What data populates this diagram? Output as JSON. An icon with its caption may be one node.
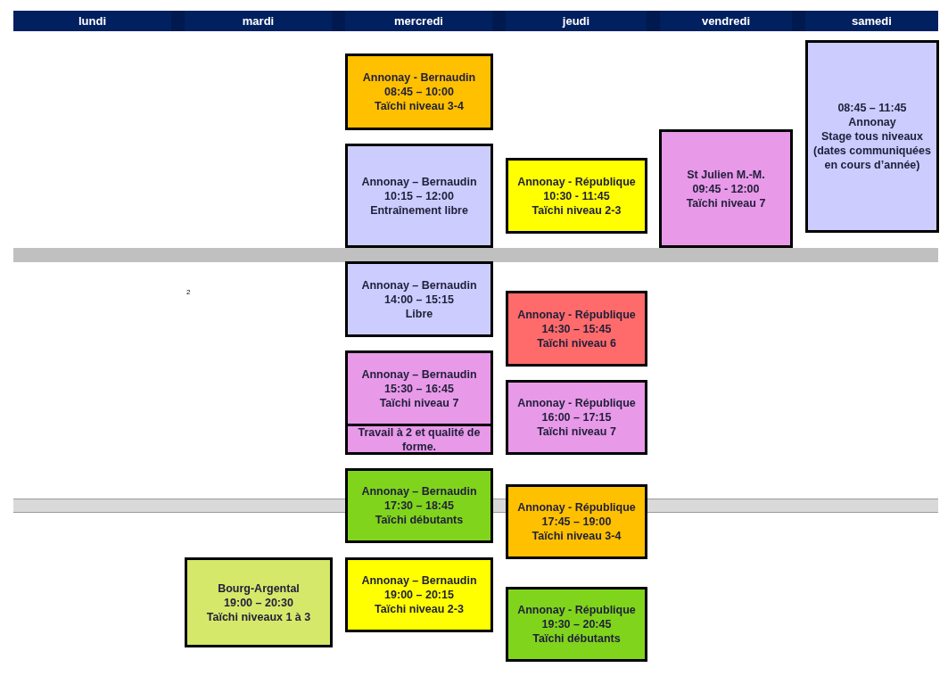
{
  "diagram": {
    "nodes": [
      {
        "text": [
          "Annonay - Bernaudin",
          "08:45 – 10:00",
          "Taïchi niveau 3-4"
        ]
      },
      {
        "text": [
          "08:45 – 11:45",
          "Annonay",
          "Stage tous niveaux",
          "(dates communiquées en cours d’année)"
        ]
      },
      {
        "text": [
          "St Julien M.-M.",
          "09:45 - 12:00",
          "Taïchi niveau 7"
        ]
      },
      {
        "text": [
          "Annonay – Bernaudin",
          "10:15 – 12:00",
          "Entraînement libre"
        ]
      },
      {
        "text": [
          "Annonay - République",
          "10:30 - 11:45",
          "Taïchi niveau 2-3"
        ]
      },
      {
        "text": [
          "Annonay – Bernaudin",
          "14:00 – 15:15",
          "Libre"
        ]
      },
      {
        "text": [
          "Annonay - République",
          "14:30 – 15:45",
          "Taïchi niveau 6"
        ]
      },
      {
        "text": [
          "Annonay – Bernaudin",
          "15:30 – 16:45",
          "Taïchi niveau 7"
        ]
      },
      {
        "text": [
          "Annonay - République",
          "16:00 – 17:15",
          "Taïchi niveau 7"
        ]
      },
      {
        "text": [
          "Travail à 2 et qualité de forme."
        ]
      },
      {
        "text": [
          "Annonay – Bernaudin",
          "17:30 – 18:45",
          "Taïchi débutants"
        ]
      },
      {
        "text": [
          "Annonay - République",
          "17:45 – 19:00",
          "Taïchi niveau 3-4"
        ]
      },
      {
        "text": [
          "Bourg-Argental",
          "19:00 – 20:30",
          "Taïchi niveaux 1 à 3"
        ]
      },
      {
        "text": [
          "Annonay – Bernaudin",
          "19:00 – 20:15",
          "Taïchi niveau 2-3"
        ]
      },
      {
        "text": [
          "Annonay - République",
          "19:30 – 20:45",
          "Taïchi débutants"
        ]
      }
    ],
    "edges": [],
    "labels": [
      "lundi",
      "mardi",
      "mercredi",
      "jeudi",
      "vendredi",
      "samedi",
      "2"
    ]
  }
}
